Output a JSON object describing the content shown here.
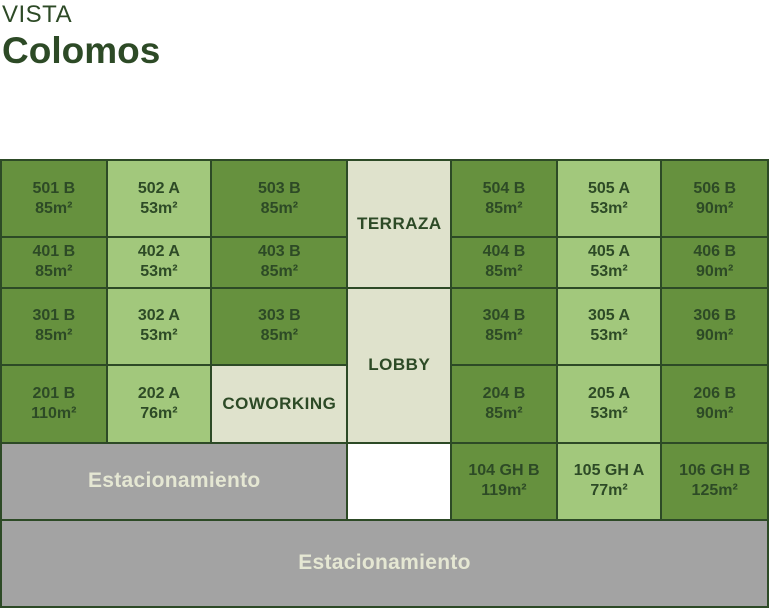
{
  "header": {
    "subtitle": "VISTA",
    "title": "Colomos"
  },
  "floors": {
    "f5": [
      {
        "unit": "501 B",
        "area": "85m²"
      },
      {
        "unit": "502 A",
        "area": "53m²"
      },
      {
        "unit": "503 B",
        "area": "85m²"
      },
      {
        "unit": "504 B",
        "area": "85m²"
      },
      {
        "unit": "505 A",
        "area": "53m²"
      },
      {
        "unit": "506 B",
        "area": "90m²"
      }
    ],
    "f4": [
      {
        "unit": "401 B",
        "area": "85m²"
      },
      {
        "unit": "402 A",
        "area": "53m²"
      },
      {
        "unit": "403 B",
        "area": "85m²"
      },
      {
        "unit": "404 B",
        "area": "85m²"
      },
      {
        "unit": "405 A",
        "area": "53m²"
      },
      {
        "unit": "406 B",
        "area": "90m²"
      }
    ],
    "f3": [
      {
        "unit": "301 B",
        "area": "85m²"
      },
      {
        "unit": "302 A",
        "area": "53m²"
      },
      {
        "unit": "303 B",
        "area": "85m²"
      },
      {
        "unit": "304 B",
        "area": "85m²"
      },
      {
        "unit": "305 A",
        "area": "53m²"
      },
      {
        "unit": "306 B",
        "area": "90m²"
      }
    ],
    "f2": [
      {
        "unit": "201 B",
        "area": "110m²"
      },
      {
        "unit": "202 A",
        "area": "76m²"
      },
      {
        "unit": "204 B",
        "area": "85m²"
      },
      {
        "unit": "205 A",
        "area": "53m²"
      },
      {
        "unit": "206 B",
        "area": "90m²"
      }
    ],
    "f1": [
      {
        "unit": "104 GH B",
        "area": "119m²"
      },
      {
        "unit": "105 GH A",
        "area": "77m²"
      },
      {
        "unit": "106 GH B",
        "area": "125m²"
      }
    ]
  },
  "amenities": {
    "terraza": "TERRAZA",
    "lobby": "LOBBY",
    "coworking": "COWORKING"
  },
  "parking": {
    "level1": "Estacionamiento",
    "basement": "Estacionamiento"
  },
  "colors": {
    "unit_type_b": "#66913e",
    "unit_type_a": "#a2c87c",
    "amenity": "#dfe2cc",
    "parking": "#a3a3a3",
    "brand_green": "#2d4a26"
  }
}
